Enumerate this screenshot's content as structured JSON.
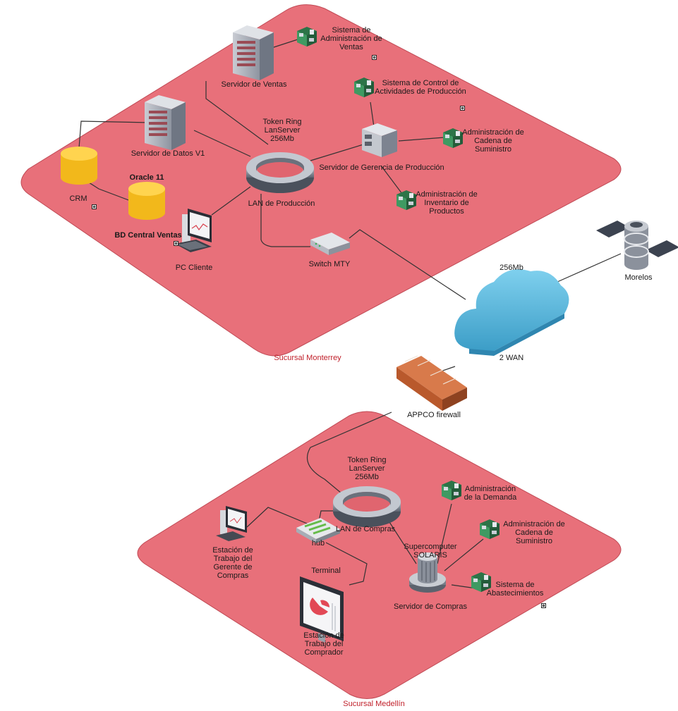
{
  "zones": {
    "monterrey": "Sucursal Monterrey",
    "medellin": "Sucursal Medellín"
  },
  "nodes": {
    "sistema_admin_ventas": [
      "Sistema de",
      "Administración de",
      "Ventas"
    ],
    "servidor_ventas": "Servidor de Ventas",
    "sistema_control_prod": [
      "Sistema de Control de",
      "Actividades de Producción"
    ],
    "token_ring_1": [
      "Token Ring",
      "LanServer",
      "256Mb"
    ],
    "servidor_datos": "Servidor de Datos V1",
    "admin_cadena_1": [
      "Administración de",
      "Cadena de",
      "Suministro"
    ],
    "servidor_gerencia": "Servidor de Gerencia de Producción",
    "crm": "CRM",
    "oracle": "Oracle 11",
    "bd_central": "BD Central Ventas",
    "lan_produccion": "LAN de Producción",
    "admin_inventario": [
      "Administración de",
      "Inventario de",
      "Productos"
    ],
    "pc_cliente": "PC Cliente",
    "switch_mty": "Switch MTY",
    "wan_speed": "256Mb",
    "wan_name": "2 WAN",
    "morelos": "Morelos",
    "firewall": "APPCO firewall",
    "token_ring_2": [
      "Token Ring",
      "LanServer",
      "256Mb"
    ],
    "admin_demanda": [
      "Administración",
      "de la Demanda"
    ],
    "lan_compras": "LAN de Compras",
    "hub": "hub",
    "admin_cadena_2": [
      "Administración de",
      "Cadena de",
      "Suministro"
    ],
    "supercomputer": [
      "Supercomputer",
      "SOLARIS"
    ],
    "estacion_gerente": [
      "Estación de",
      "Trabajo del",
      "Gerente de",
      "Compras"
    ],
    "terminal": "Terminal",
    "sistema_abastecimientos": [
      "Sistema de",
      "Abastecimientos"
    ],
    "servidor_compras": "Servidor de Compras",
    "estacion_comprador": [
      "Estación de",
      "Trabajo del",
      "Comprador"
    ]
  },
  "colors": {
    "platform": "#e8707a",
    "platform_edge": "#c04a55",
    "cloud": "#5bbde0",
    "database": "#f7c325",
    "server": "#9aa0ad",
    "app_module": "#2f7a4a",
    "firewall": "#c8643a",
    "link": "#333333"
  }
}
